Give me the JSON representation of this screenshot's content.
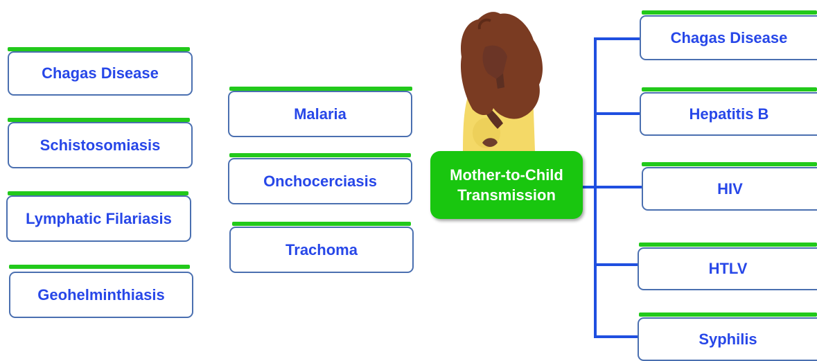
{
  "center": {
    "line1": "Mother-to-Child",
    "line2": "Transmission"
  },
  "left_column": [
    "Chagas Disease",
    "Schistosomiasis",
    "Lymphatic Filariasis",
    "Geohelminthiasis"
  ],
  "middle_column": [
    "Malaria",
    "Onchocerciasis",
    "Trachoma"
  ],
  "right_column": [
    "Chagas Disease",
    "Hepatitis B",
    "HIV",
    "HTLV",
    "Syphilis"
  ],
  "colors": {
    "accent_green": "#19c60f",
    "bar_green": "#22c91b",
    "text_blue": "#2747e8",
    "connector_blue": "#1f4fe0",
    "box_border": "#4a6fb0"
  },
  "illustration": "pregnant-woman-illustration"
}
